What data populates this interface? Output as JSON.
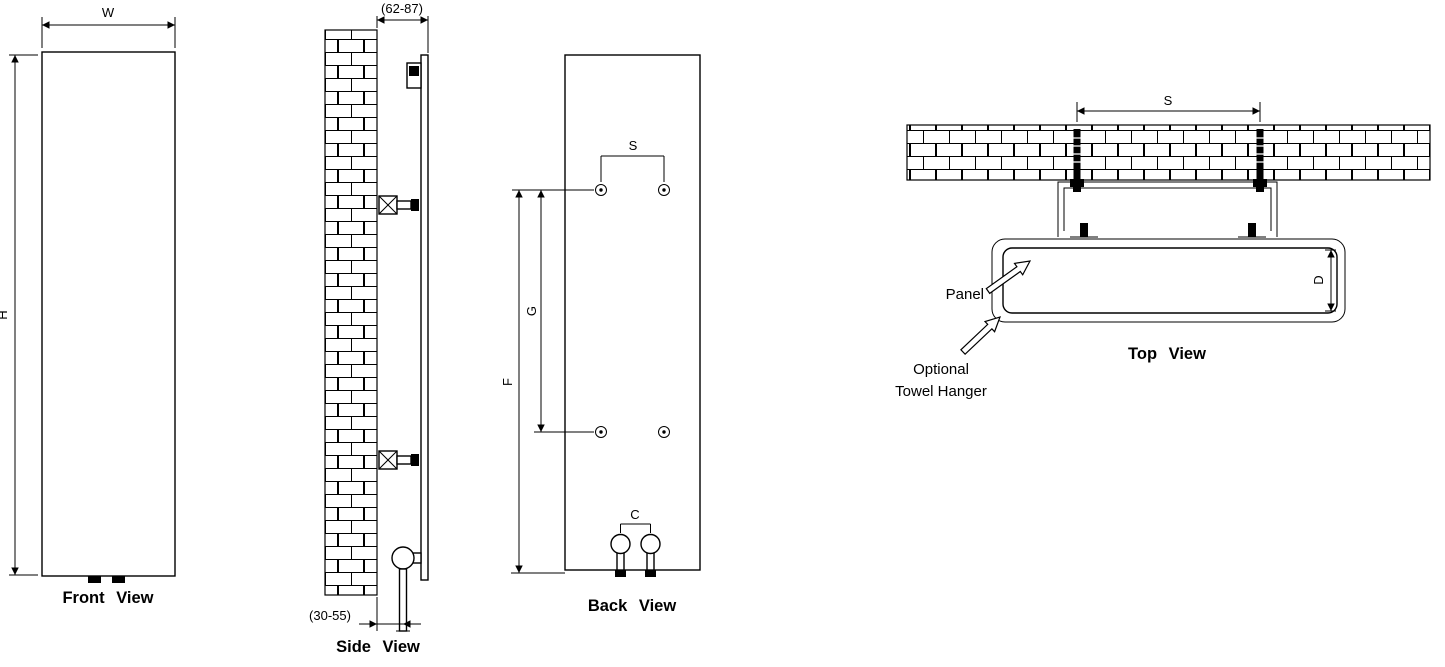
{
  "page": {
    "background": "#ffffff",
    "line_color": "#000000"
  },
  "front_view": {
    "title": "Front View",
    "dim_width": "W",
    "dim_height": "H"
  },
  "side_view": {
    "title": "Side View",
    "dim_wall_to_front": "(62-87)",
    "dim_wall_to_pipe": "(30-55)"
  },
  "back_view": {
    "title": "Back View",
    "dim_bracket_spacing": "S",
    "dim_bracket_height": "G",
    "dim_total_height": "F",
    "dim_pipe_spacing": "C"
  },
  "top_view": {
    "title": "Top View",
    "dim_bracket_spacing": "S",
    "dim_depth": "D",
    "label_panel": "Panel",
    "label_hanger_line1": "Optional",
    "label_hanger_line2": "Towel Hanger"
  }
}
